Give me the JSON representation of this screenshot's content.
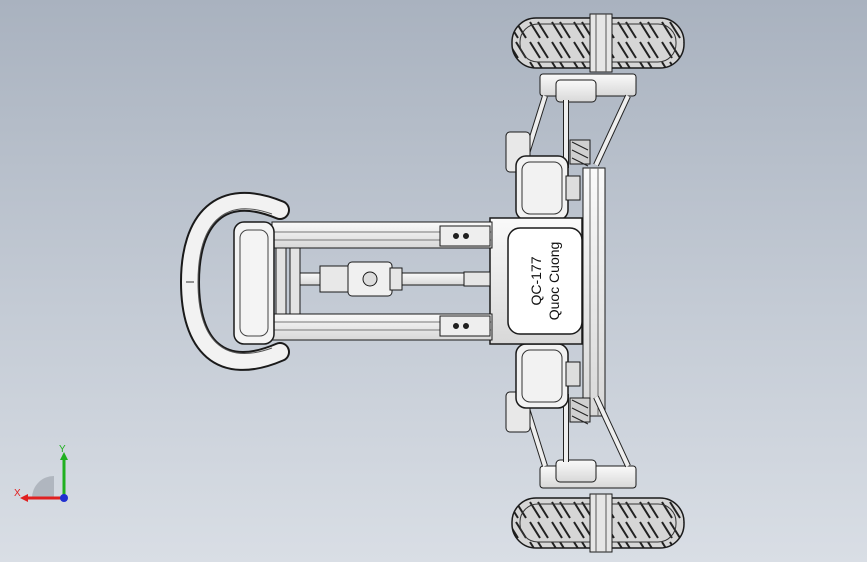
{
  "model": {
    "plate_label_line1": "QC-177",
    "plate_label_line2": "Quoc Cuong"
  },
  "triad": {
    "x_label": "X",
    "y_label": "Y"
  },
  "colors": {
    "background_top": "#a9b2bf",
    "background_bottom": "#d9dee5",
    "part_fill": "#eeeeee",
    "edge": "#1a1a1a",
    "x_axis": "#e02020",
    "y_axis": "#20b020",
    "z_axis": "#2030d0"
  }
}
